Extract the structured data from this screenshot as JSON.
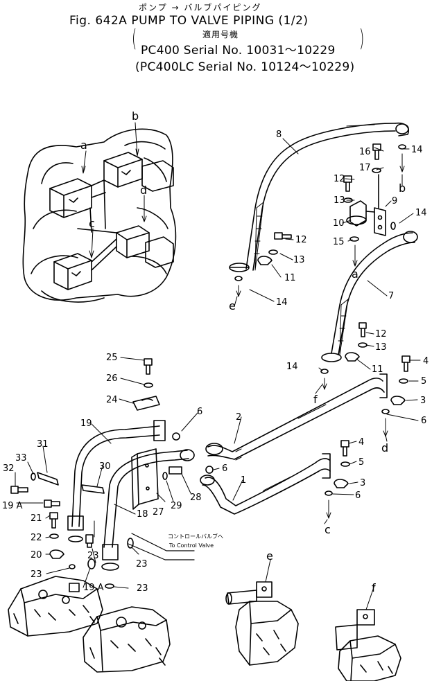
{
  "header": {
    "japanese_title": "ポンプ → バルブパイピング",
    "fig_title": "Fig. 642A  PUMP  TO  VALVE  PIPING (1/2)",
    "applicable_jp": "適用号機",
    "serial_line_1": "PC400    Serial No. 10031～10229",
    "serial_line_2": "(PC400LC Serial No. 10124～10229)"
  },
  "note": {
    "jp": "コントロールバルブへ",
    "en": "To Control Valve"
  },
  "letters": {
    "a": "a",
    "b": "b",
    "c": "c",
    "d": "d",
    "e": "e",
    "f": "f"
  },
  "parts": {
    "p1": "1",
    "p2": "2",
    "p3": "3",
    "p4": "4",
    "p5": "5",
    "p6": "6",
    "p7": "7",
    "p8": "8",
    "p9": "9",
    "p10": "10",
    "p11": "11",
    "p12": "12",
    "p13": "13",
    "p14": "14",
    "p15": "15",
    "p16": "16",
    "p17": "17",
    "p18": "18",
    "p19": "19",
    "p19a": "19 A",
    "p20": "20",
    "p21": "21",
    "p22": "22",
    "p23": "23",
    "p24": "24",
    "p25": "25",
    "p26": "26",
    "p27": "27",
    "p28": "28",
    "p29": "29",
    "p30": "30",
    "p31": "31",
    "p32": "32",
    "p33": "33"
  }
}
